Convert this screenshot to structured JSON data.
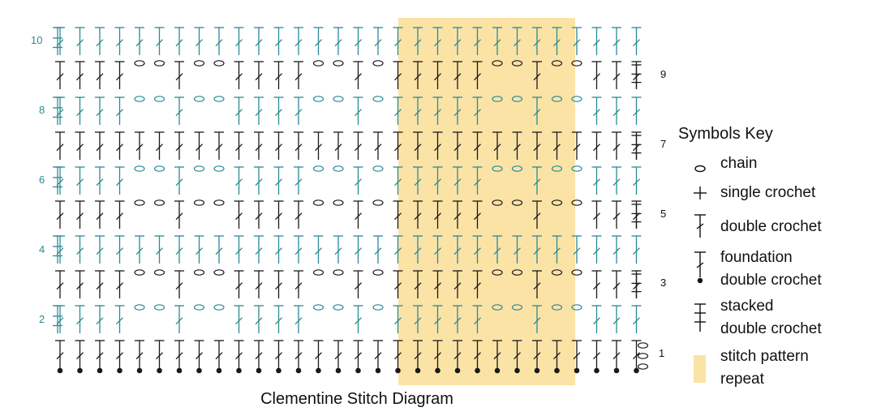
{
  "title": "Clementine Stitch Diagram",
  "colors": {
    "odd_rows": "#1a1a1a",
    "even_rows": "#2a8a94",
    "repeat_fill": "#fbe3a6"
  },
  "row_numbers": {
    "left": [
      "10",
      "8",
      "6",
      "4",
      "2"
    ],
    "right": [
      "9",
      "7",
      "5",
      "3",
      "1"
    ]
  },
  "key": {
    "title": "Symbols Key",
    "items": [
      {
        "icon": "chain-icon",
        "label": "chain"
      },
      {
        "icon": "single-crochet-icon",
        "label": "single crochet"
      },
      {
        "icon": "double-crochet-icon",
        "label": "double crochet"
      },
      {
        "icon": "foundation-double-crochet-icon",
        "label": "foundation double crochet",
        "line1": "foundation",
        "line2": "double crochet"
      },
      {
        "icon": "stacked-double-crochet-icon",
        "label": "stacked double crochet",
        "line1": "stacked",
        "line2": "double crochet"
      },
      {
        "icon": "repeat-swatch-icon",
        "label": "stitch pattern repeat",
        "line1": "stitch pattern",
        "line2": "repeat"
      }
    ]
  }
}
